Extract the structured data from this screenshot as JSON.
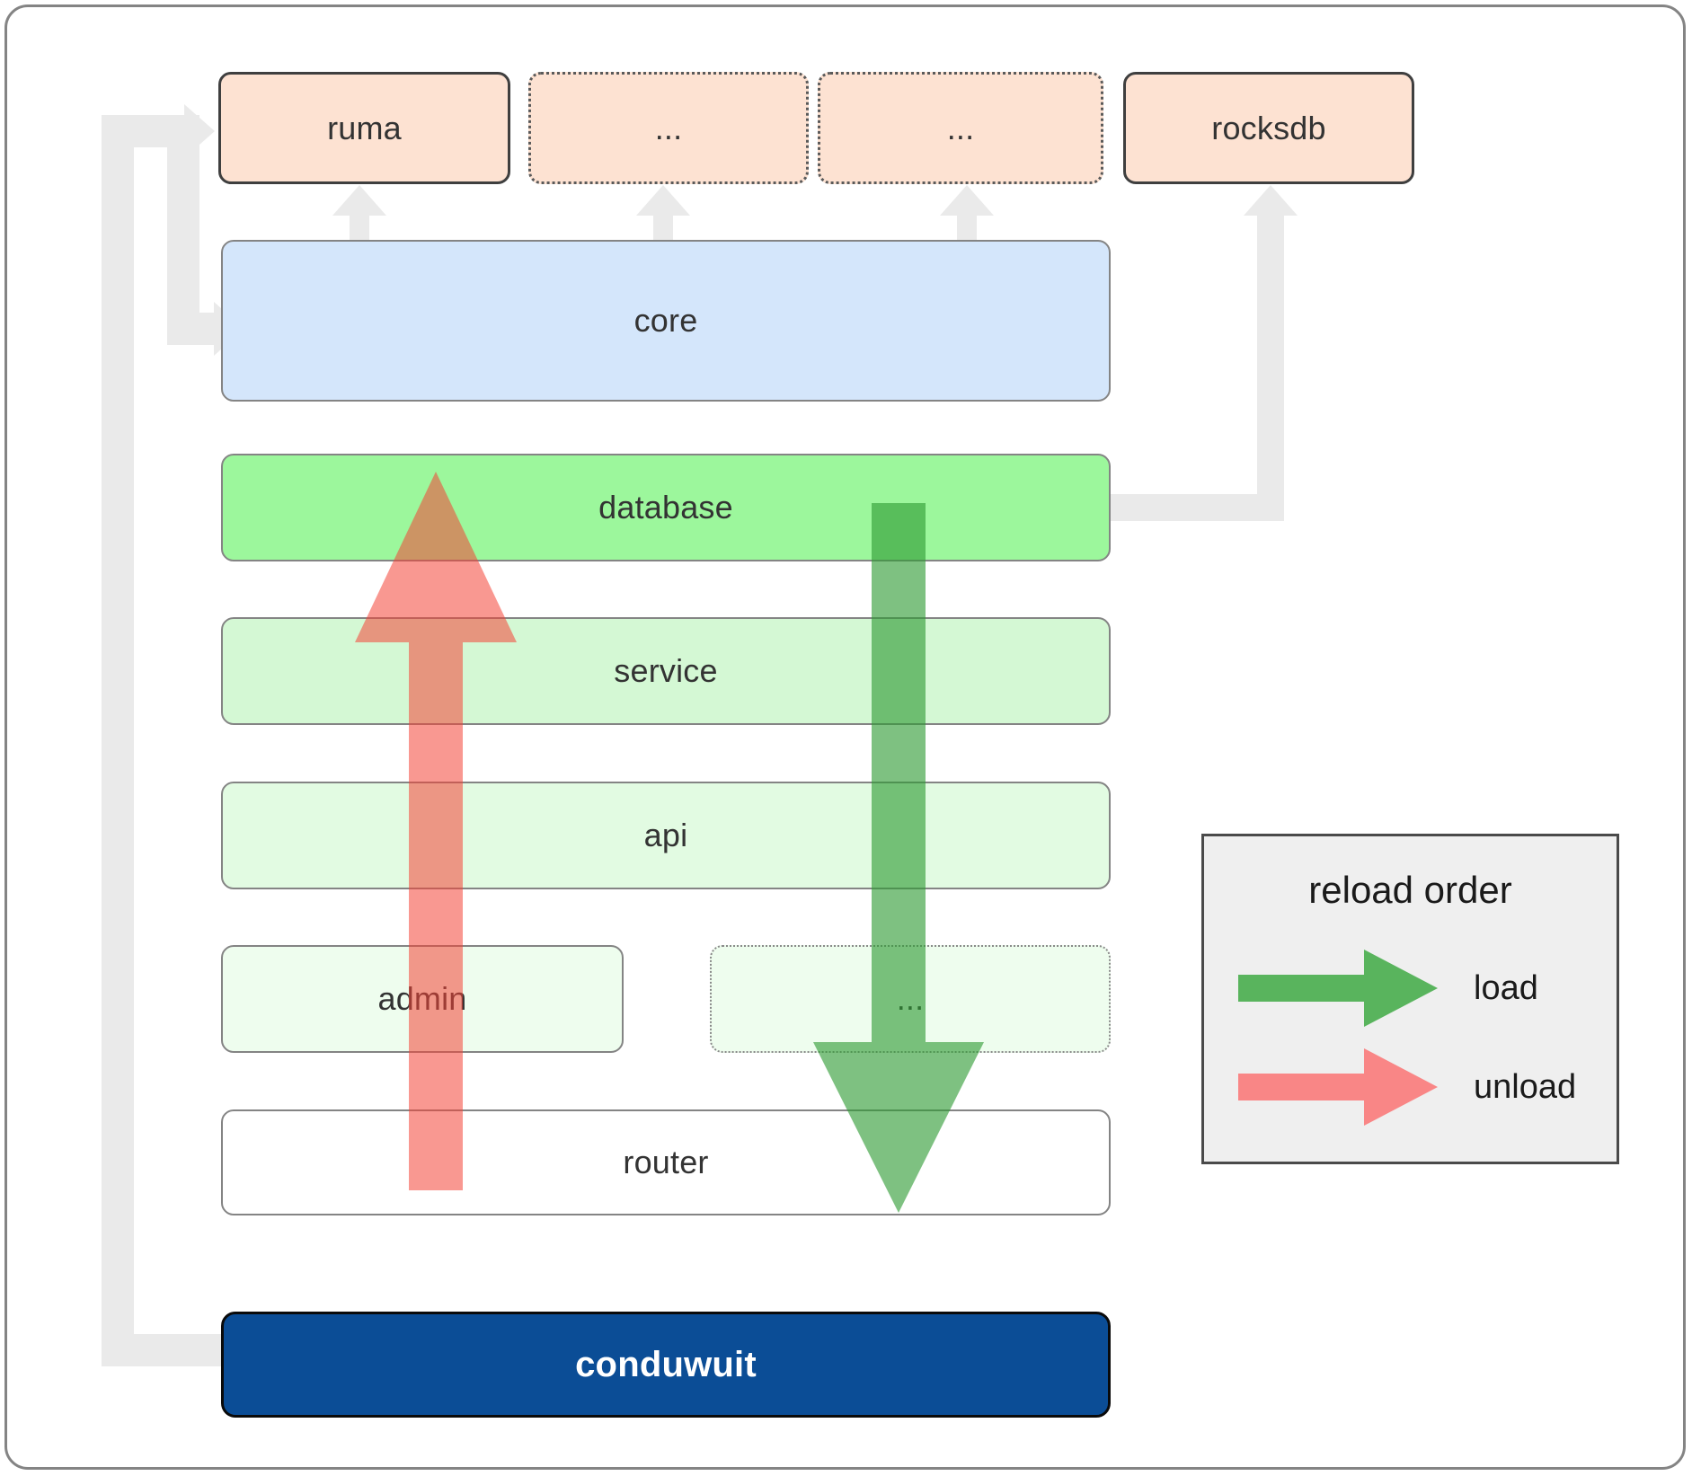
{
  "diagram": {
    "title": "conduwuit crate dependency / reload order diagram",
    "colors": {
      "external": "#fde2d2",
      "core": "#d4e6fb",
      "database": "#9cf79c",
      "service": "#d4f8d4",
      "api": "#e2fbe2",
      "admin": "#eefdee",
      "router": "#ffffff",
      "conduwuit": "#0b4d96",
      "connector": "#eaeaea",
      "load_arrow": "#4caf50",
      "unload_arrow": "#f98080",
      "legend_bg": "#efefef"
    },
    "external_row": [
      {
        "label": "ruma",
        "style": "solid"
      },
      {
        "label": "...",
        "style": "dotted"
      },
      {
        "label": "...",
        "style": "dotted"
      },
      {
        "label": "rocksdb",
        "style": "solid"
      }
    ],
    "layers": [
      {
        "label": "core",
        "style": "solid"
      },
      {
        "label": "database",
        "style": "solid"
      },
      {
        "label": "service",
        "style": "solid"
      },
      {
        "label": "api",
        "style": "solid"
      },
      {
        "label": "admin",
        "style": "solid"
      },
      {
        "label": "...",
        "style": "dotted"
      },
      {
        "label": "router",
        "style": "solid"
      }
    ],
    "root": {
      "label": "conduwuit"
    }
  },
  "legend": {
    "title": "reload order",
    "items": [
      {
        "label": "load",
        "color": "#4caf50"
      },
      {
        "label": "unload",
        "color": "#f98080"
      }
    ]
  }
}
